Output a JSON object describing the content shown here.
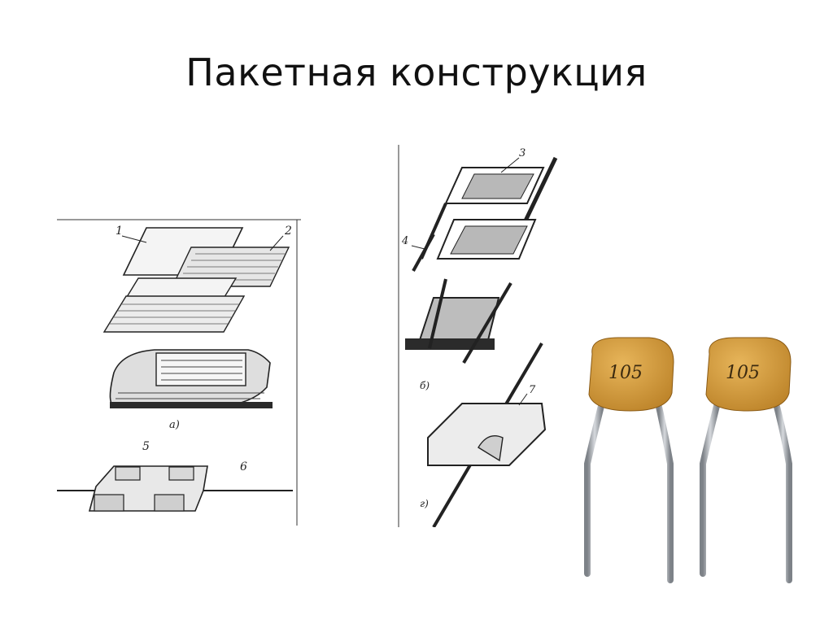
{
  "slide": {
    "title": "Пакетная конструкция"
  },
  "figures": {
    "left": {
      "callouts": [
        "1",
        "2",
        "5",
        "6"
      ],
      "caption_a": "а)"
    },
    "middle": {
      "callouts": [
        "3",
        "4",
        "7"
      ],
      "caption_b": "б)",
      "caption_g": "г)"
    },
    "photo": {
      "capacitor_marking_1": "105",
      "capacitor_marking_2": "105",
      "body_color": "#d19a3a",
      "lead_color": "#b8bcc2"
    }
  }
}
